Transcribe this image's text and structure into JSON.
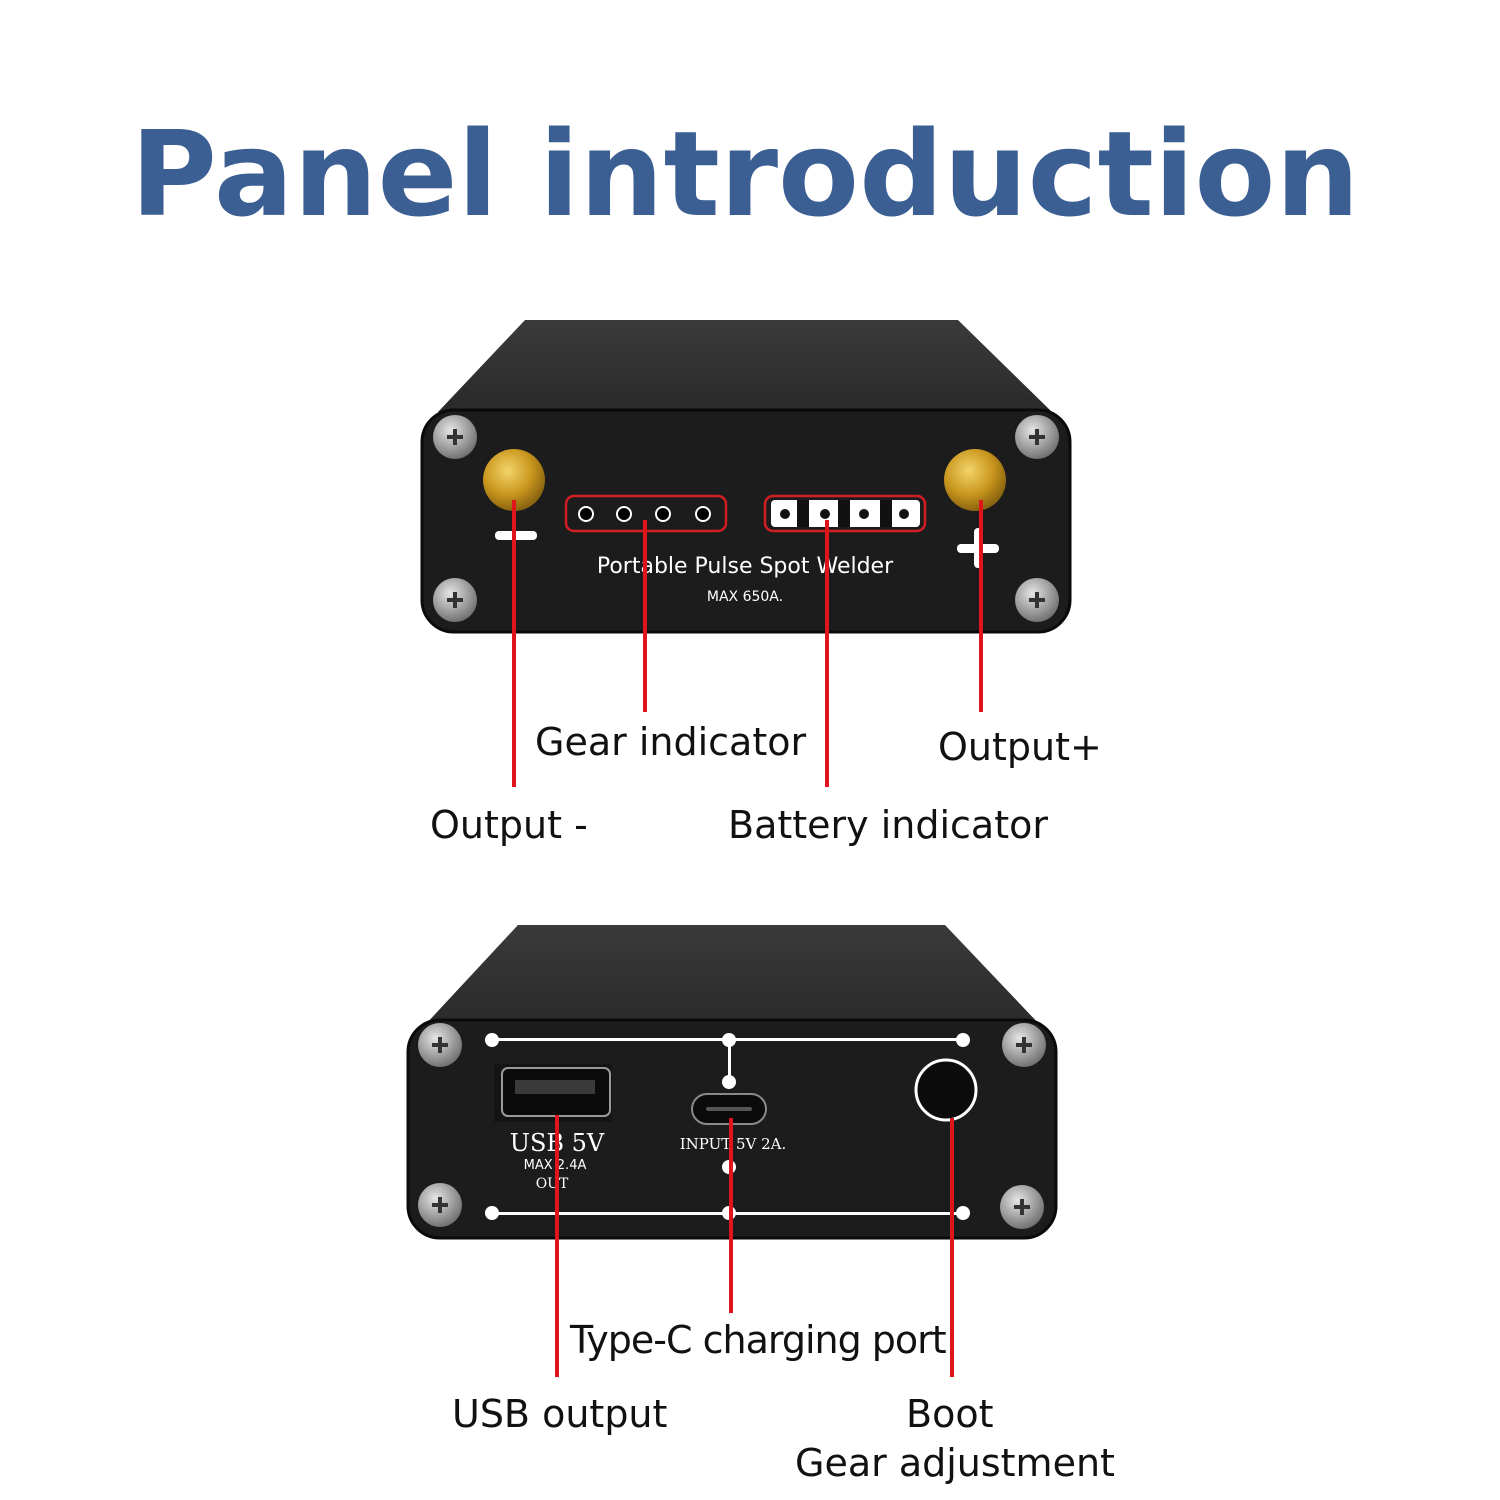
{
  "title": "Panel introduction",
  "front_panel": {
    "product_name": "Portable Pulse Spot Welder",
    "rating": "MAX 650A.",
    "minus_symbol": "−",
    "plus_symbol": "+",
    "labels": {
      "output_minus": "Output -",
      "gear_indicator": "Gear indicator",
      "battery_indicator": "Battery indicator",
      "output_plus": "Output+"
    }
  },
  "rear_panel": {
    "usb_text": "USB   5V",
    "usb_max": "MAX  2.4A",
    "usb_out": "OUT",
    "input_text": "INPUT  5V   2A.",
    "labels": {
      "usb_output": "USB output",
      "typec_port": "Type-C charging port",
      "boot": "Boot",
      "gear_adjustment": "Gear adjustment"
    }
  },
  "colors": {
    "title": "#3b5e93",
    "callout": "#e0141b",
    "device": "#1c1c1c",
    "terminal": "#d9a520"
  }
}
